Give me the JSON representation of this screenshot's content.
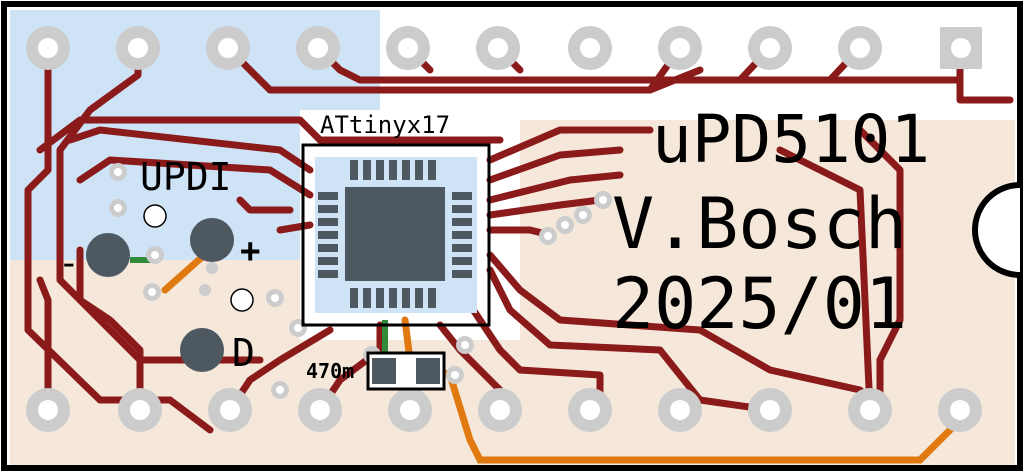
{
  "board": {
    "chip_label": "ATtinyx17",
    "title_line1": "uPD5101",
    "title_line2": "V.Bosch",
    "title_line3": "2025/01",
    "updi_label": "UPDI",
    "minus_label": "-",
    "plus_label": "+",
    "d_label": "D",
    "resistor_label": "470m"
  },
  "colors": {
    "outline": "#000000",
    "board_fill": "#ffffff",
    "copper_top": "#8b1a1a",
    "copper_bottom": "#f0e2d2",
    "zone_blue": "#cfe3f7",
    "orange_trace": "#e07a10",
    "green_trace": "#2f8a3a",
    "pad_fill": "#cccccc",
    "drill": "#ffffff",
    "silkscreen": "#000000"
  },
  "pins": {
    "top_row_count": 11,
    "bottom_row_count": 11,
    "square_pin": "top-right"
  }
}
